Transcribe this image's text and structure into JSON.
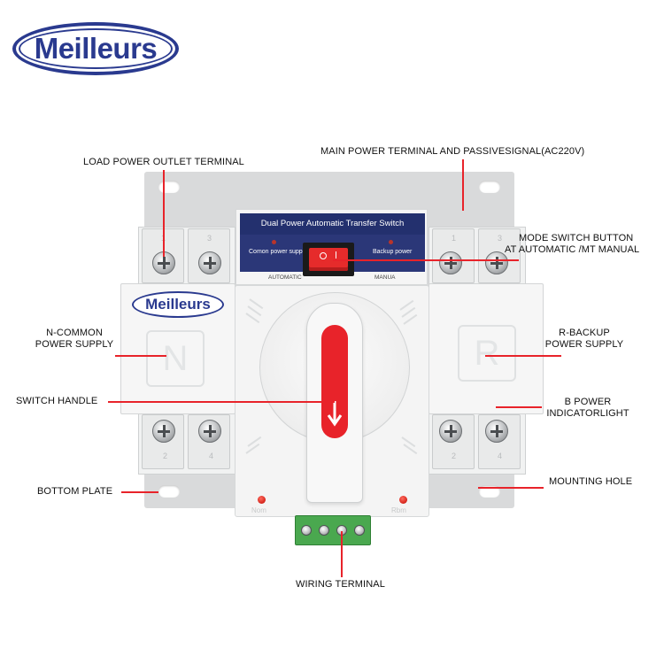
{
  "brand": {
    "logo_text": "Meilleurs",
    "body_logo_text": "Meilleurs"
  },
  "device": {
    "panel_title": "Dual Power Automatic Transfer Switch",
    "common_label": "Comon power supply",
    "backup_label": "Backup power",
    "automatic_label": "AUTOMATIC",
    "manual_label": "MANUA",
    "left_letter": "N",
    "right_letter": "R",
    "led_left_label": "Nom",
    "led_right_label": "Rbm",
    "terminal_numbers_top": [
      "1",
      "3",
      "1",
      "3"
    ],
    "terminal_numbers_bottom": [
      "2",
      "4",
      "2",
      "4"
    ]
  },
  "callouts": {
    "load_outlet": "LOAD POWER OUTLET TERMINAL",
    "main_power": "MAIN POWER TERMINAL AND PASSIVESIGNAL(AC220V)",
    "mode_switch_line1": "MODE SWITCH BUTTON",
    "mode_switch_line2": "AT AUTOMATIC /MT MANUAL",
    "n_common_line1": "N-COMMON",
    "n_common_line2": "POWER SUPPLY",
    "r_backup_line1": "R-BACKUP",
    "r_backup_line2": "POWER SUPPLY",
    "switch_handle": "SWITCH HANDLE",
    "b_power_line1": "B POWER",
    "b_power_line2": "INDICATORLIGHT",
    "bottom_plate": "BOTTOM PLATE",
    "mounting_hole": "MOUNTING HOLE",
    "wiring_terminal": "WIRING TERMINAL"
  },
  "colors": {
    "brand_blue": "#2a3a8f",
    "callout_line": "#e8232a",
    "handle_red": "#e8232a",
    "terminal_green": "#4aa84f",
    "panel_navy": "#23306e"
  }
}
